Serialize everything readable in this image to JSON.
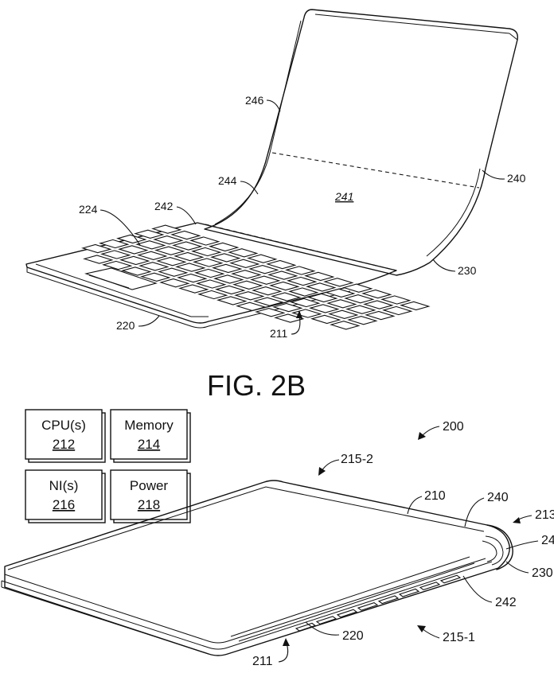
{
  "figure": {
    "caption": "FIG. 2B"
  },
  "top_view": {
    "labels": [
      {
        "id": "246",
        "text": "246"
      },
      {
        "id": "244",
        "text": "244"
      },
      {
        "id": "242",
        "text": "242"
      },
      {
        "id": "241",
        "text": "241"
      },
      {
        "id": "240",
        "text": "240"
      },
      {
        "id": "224",
        "text": "224"
      },
      {
        "id": "230",
        "text": "230"
      },
      {
        "id": "220",
        "text": "220"
      },
      {
        "id": "211",
        "text": "211"
      }
    ]
  },
  "bottom_view": {
    "boxes": [
      {
        "title": "CPU(s)",
        "ref": "212"
      },
      {
        "title": "Memory",
        "ref": "214"
      },
      {
        "title": "NI(s)",
        "ref": "216"
      },
      {
        "title": "Power",
        "ref": "218"
      }
    ],
    "labels": [
      {
        "id": "200",
        "text": "200"
      },
      {
        "id": "215-2",
        "text": "215-2"
      },
      {
        "id": "210",
        "text": "210"
      },
      {
        "id": "240",
        "text": "240"
      },
      {
        "id": "213",
        "text": "213"
      },
      {
        "id": "24x",
        "text": "24"
      },
      {
        "id": "230",
        "text": "230"
      },
      {
        "id": "242",
        "text": "242"
      },
      {
        "id": "220",
        "text": "220"
      },
      {
        "id": "215-1",
        "text": "215-1"
      },
      {
        "id": "211",
        "text": "211"
      }
    ]
  }
}
